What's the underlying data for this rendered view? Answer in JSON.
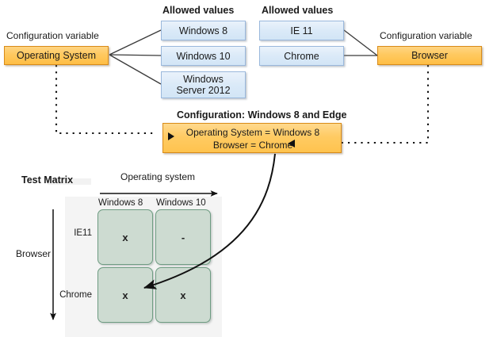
{
  "top_left": {
    "caption": "Configuration variable",
    "variable": "Operating System",
    "allowed_values_label": "Allowed values",
    "values": [
      "Windows 8",
      "Windows 10",
      "Windows\nServer 2012"
    ],
    "values_flat": [
      "Windows 8",
      "Windows 10",
      "Windows Server 2012"
    ]
  },
  "top_right": {
    "caption": "Configuration variable",
    "variable": "Browser",
    "allowed_values_label": "Allowed values",
    "values": [
      "IE 11",
      "Chrome"
    ]
  },
  "configuration": {
    "title": "Configuration: Windows 8 and Edge",
    "line1": "Operating System = Windows 8",
    "line2": "Browser = Chrome"
  },
  "matrix": {
    "title": "Test Matrix",
    "x_axis_label": "Operating system",
    "y_axis_label": "Browser",
    "columns": [
      "Windows 8",
      "Windows 10"
    ],
    "rows": [
      "IE11",
      "Chrome"
    ],
    "cells": [
      [
        "x",
        "-"
      ],
      [
        "x",
        "x"
      ]
    ]
  },
  "colors": {
    "orange_fill": "#ffc95f",
    "orange_border": "#d98b18",
    "blue_fill": "#dbeaf8",
    "blue_border": "#9ab8dc",
    "cell_fill": "#cddbd1",
    "cell_border": "#6e9c82",
    "panel_gray": "#f4f4f4",
    "line": "#3a3a3a"
  }
}
